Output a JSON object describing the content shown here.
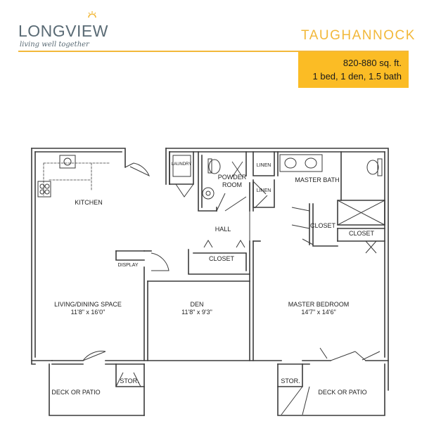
{
  "brand": {
    "name_part1": "LON",
    "name_part2": "GVIEW",
    "tagline": "living well together",
    "accent": "#f2b83a",
    "logo_color": "#5a6b75"
  },
  "plan_name": "TAUGHANNOCK",
  "info": {
    "size": "820-880 sq. ft.",
    "layout": "1 bed, 1 den, 1.5 bath",
    "box_color": "#fbbc25"
  },
  "rooms": {
    "kitchen": "KITCHEN",
    "laundry": "LAUNDRY",
    "linen_top": "LINEN",
    "linen_bottom": "LINEN",
    "powder_room_1": "POWDER",
    "powder_room_2": "ROOM",
    "master_bath": "MASTER BATH",
    "hall": "HALL",
    "closet_master_left": "CLOSET",
    "closet_master_right": "CLOSET",
    "closet_hall": "CLOSET",
    "display": "DISPLAY",
    "living_name": "LIVING/DINING SPACE",
    "living_dims": "11'8\" x 16'0\"",
    "den_name": "DEN",
    "den_dims": "11'8\" x 9'3\"",
    "master_name": "MASTER BEDROOM",
    "master_dims": "14'7\" x 14'6\"",
    "stor_left": "STOR.",
    "stor_right": "STOR.",
    "deck_left": "DECK OR PATIO",
    "deck_right": "DECK OR PATIO"
  }
}
